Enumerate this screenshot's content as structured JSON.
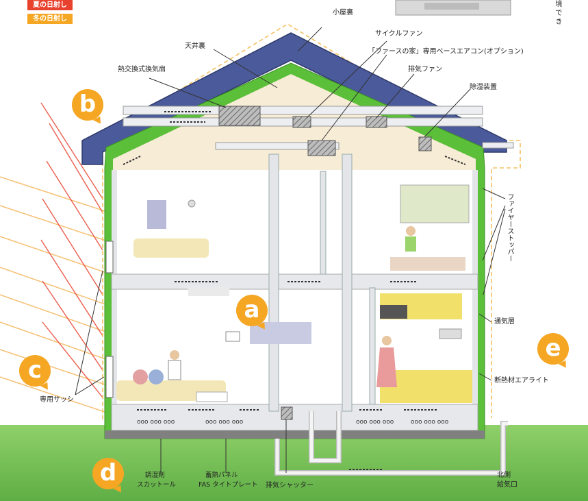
{
  "legend": {
    "summer_sun": "夏の日射し",
    "winter_sun": "冬の日射し"
  },
  "labels": {
    "koyaura": "小屋裏",
    "tenjoura": "天井裏",
    "cycle_fan": "サイクルファン",
    "base_aircon": "「ファースの家」専用ベースエアコン(オプション)",
    "netsukokan": "熱交換式換気扇",
    "haiki_fan": "排気ファン",
    "dessicant": "除湿装置",
    "fire_stopper": "ファイヤーストッパー",
    "tsuki_so": "通気層",
    "dannetsu": "断熱材エアライト",
    "sensash": "専用サッシ",
    "choshitsu_1": "調湿剤",
    "choshitsu_2": "スカットール",
    "chikunetsu_1": "蓄熱パネル",
    "chikunetsu_2": "FAS タイトプレート",
    "haiki_shutter": "排気シャッター",
    "kita_1": "北側",
    "kita_2": "給気口",
    "corner_text": "境 で き"
  },
  "badges": {
    "a": "a",
    "b": "b",
    "c": "c",
    "d": "d",
    "e": "e"
  },
  "colors": {
    "summer": "#e8412e",
    "winter": "#f5a623",
    "roof": "#4a5a9a",
    "insulation": "#5bbf3a",
    "ground": "#7cc35a",
    "badge": "#f5a623",
    "air_duct": "#d9dde3"
  }
}
